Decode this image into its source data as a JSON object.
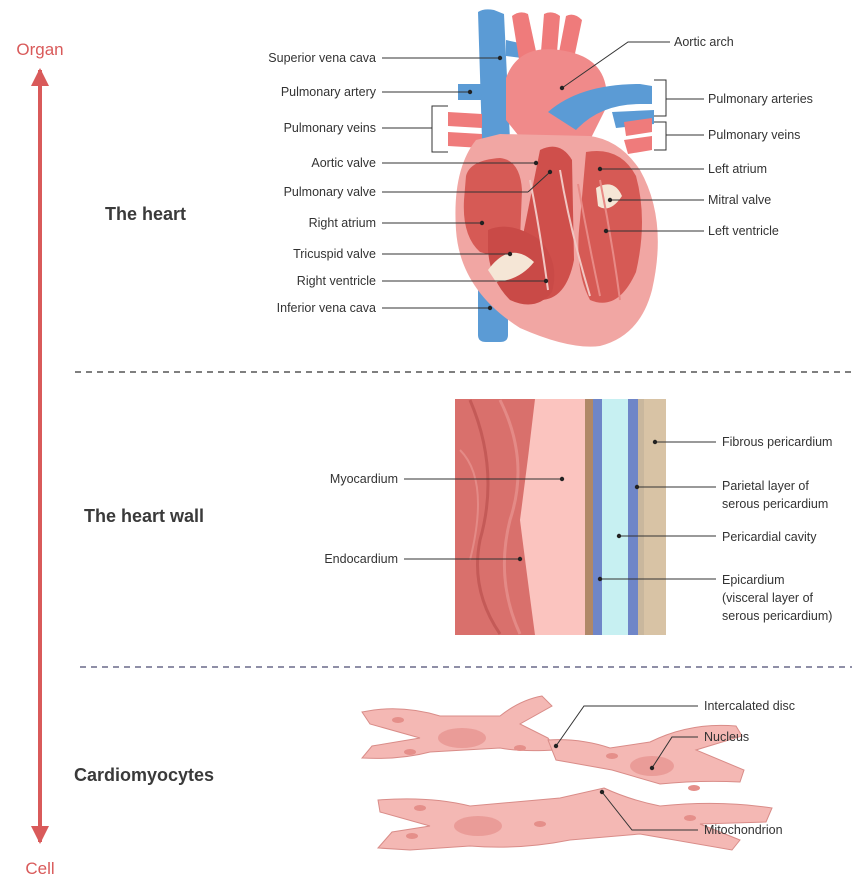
{
  "axis": {
    "top": "Organ",
    "bottom": "Cell",
    "color": "#d95a5a"
  },
  "sections": {
    "heart": "The heart",
    "wall": "The heart wall",
    "cells": "Cardiomyocytes"
  },
  "heart_labels": {
    "superior_vena_cava": "Superior vena cava",
    "pulmonary_artery": "Pulmonary artery",
    "pulmonary_veins_left": "Pulmonary veins",
    "aortic_valve": "Aortic valve",
    "pulmonary_valve": "Pulmonary valve",
    "right_atrium": "Right atrium",
    "tricuspid_valve": "Tricuspid valve",
    "right_ventricle": "Right ventricle",
    "inferior_vena_cava": "Inferior vena cava",
    "aortic_arch": "Aortic arch",
    "pulmonary_arteries": "Pulmonary arteries",
    "pulmonary_veins_right": "Pulmonary veins",
    "left_atrium": "Left atrium",
    "mitral_valve": "Mitral valve",
    "left_ventricle": "Left ventricle"
  },
  "wall_labels": {
    "myocardium": "Myocardium",
    "endocardium": "Endocardium",
    "fibrous_pericardium": "Fibrous pericardium",
    "parietal_1": "Parietal layer of",
    "parietal_2": "serous pericardium",
    "pericardial_cavity": "Pericardial cavity",
    "epicardium_1": "Epicardium",
    "epicardium_2": "(visceral layer of",
    "epicardium_3": "serous pericardium)"
  },
  "cell_labels": {
    "intercalated_disc": "Intercalated disc",
    "nucleus": "Nucleus",
    "mitochondrion": "Mitochondrion"
  },
  "colors": {
    "vein_blue": "#5b9bd5",
    "artery_red": "#ef7b7b",
    "heart_body": "#f0a3a0",
    "muscle": "#d9534f",
    "cell_pink": "#f4b8b4"
  }
}
